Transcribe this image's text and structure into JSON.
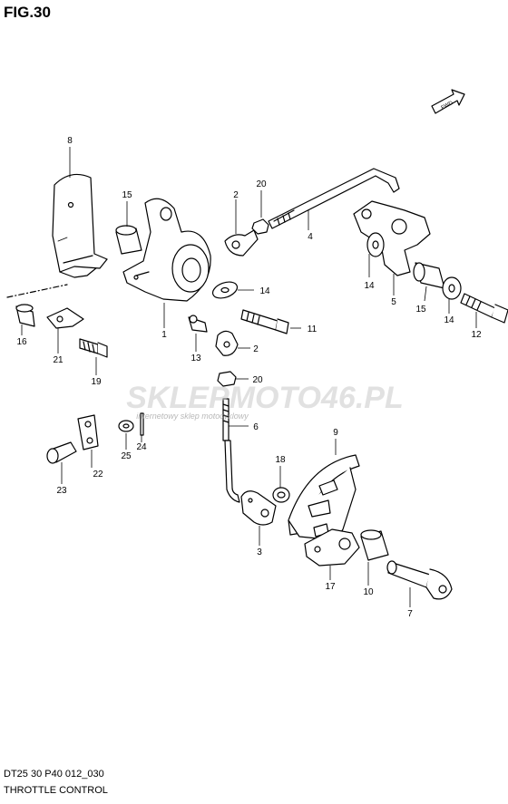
{
  "figure": {
    "title": "FIG.30",
    "code": "DT25 30 P40 012_030",
    "name": "THROTTLE CONTROL"
  },
  "fwd_label": "FWD",
  "watermark": {
    "brand": "SKLEPMOTO46.PL",
    "tagline": "internetowy sklep motocyklowy"
  },
  "callouts": [
    "1",
    "2",
    "2",
    "3",
    "4",
    "5",
    "6",
    "7",
    "8",
    "9",
    "10",
    "11",
    "12",
    "13",
    "14",
    "14",
    "14",
    "15",
    "15",
    "16",
    "17",
    "18",
    "19",
    "20",
    "20",
    "21",
    "22",
    "23",
    "24",
    "25"
  ]
}
